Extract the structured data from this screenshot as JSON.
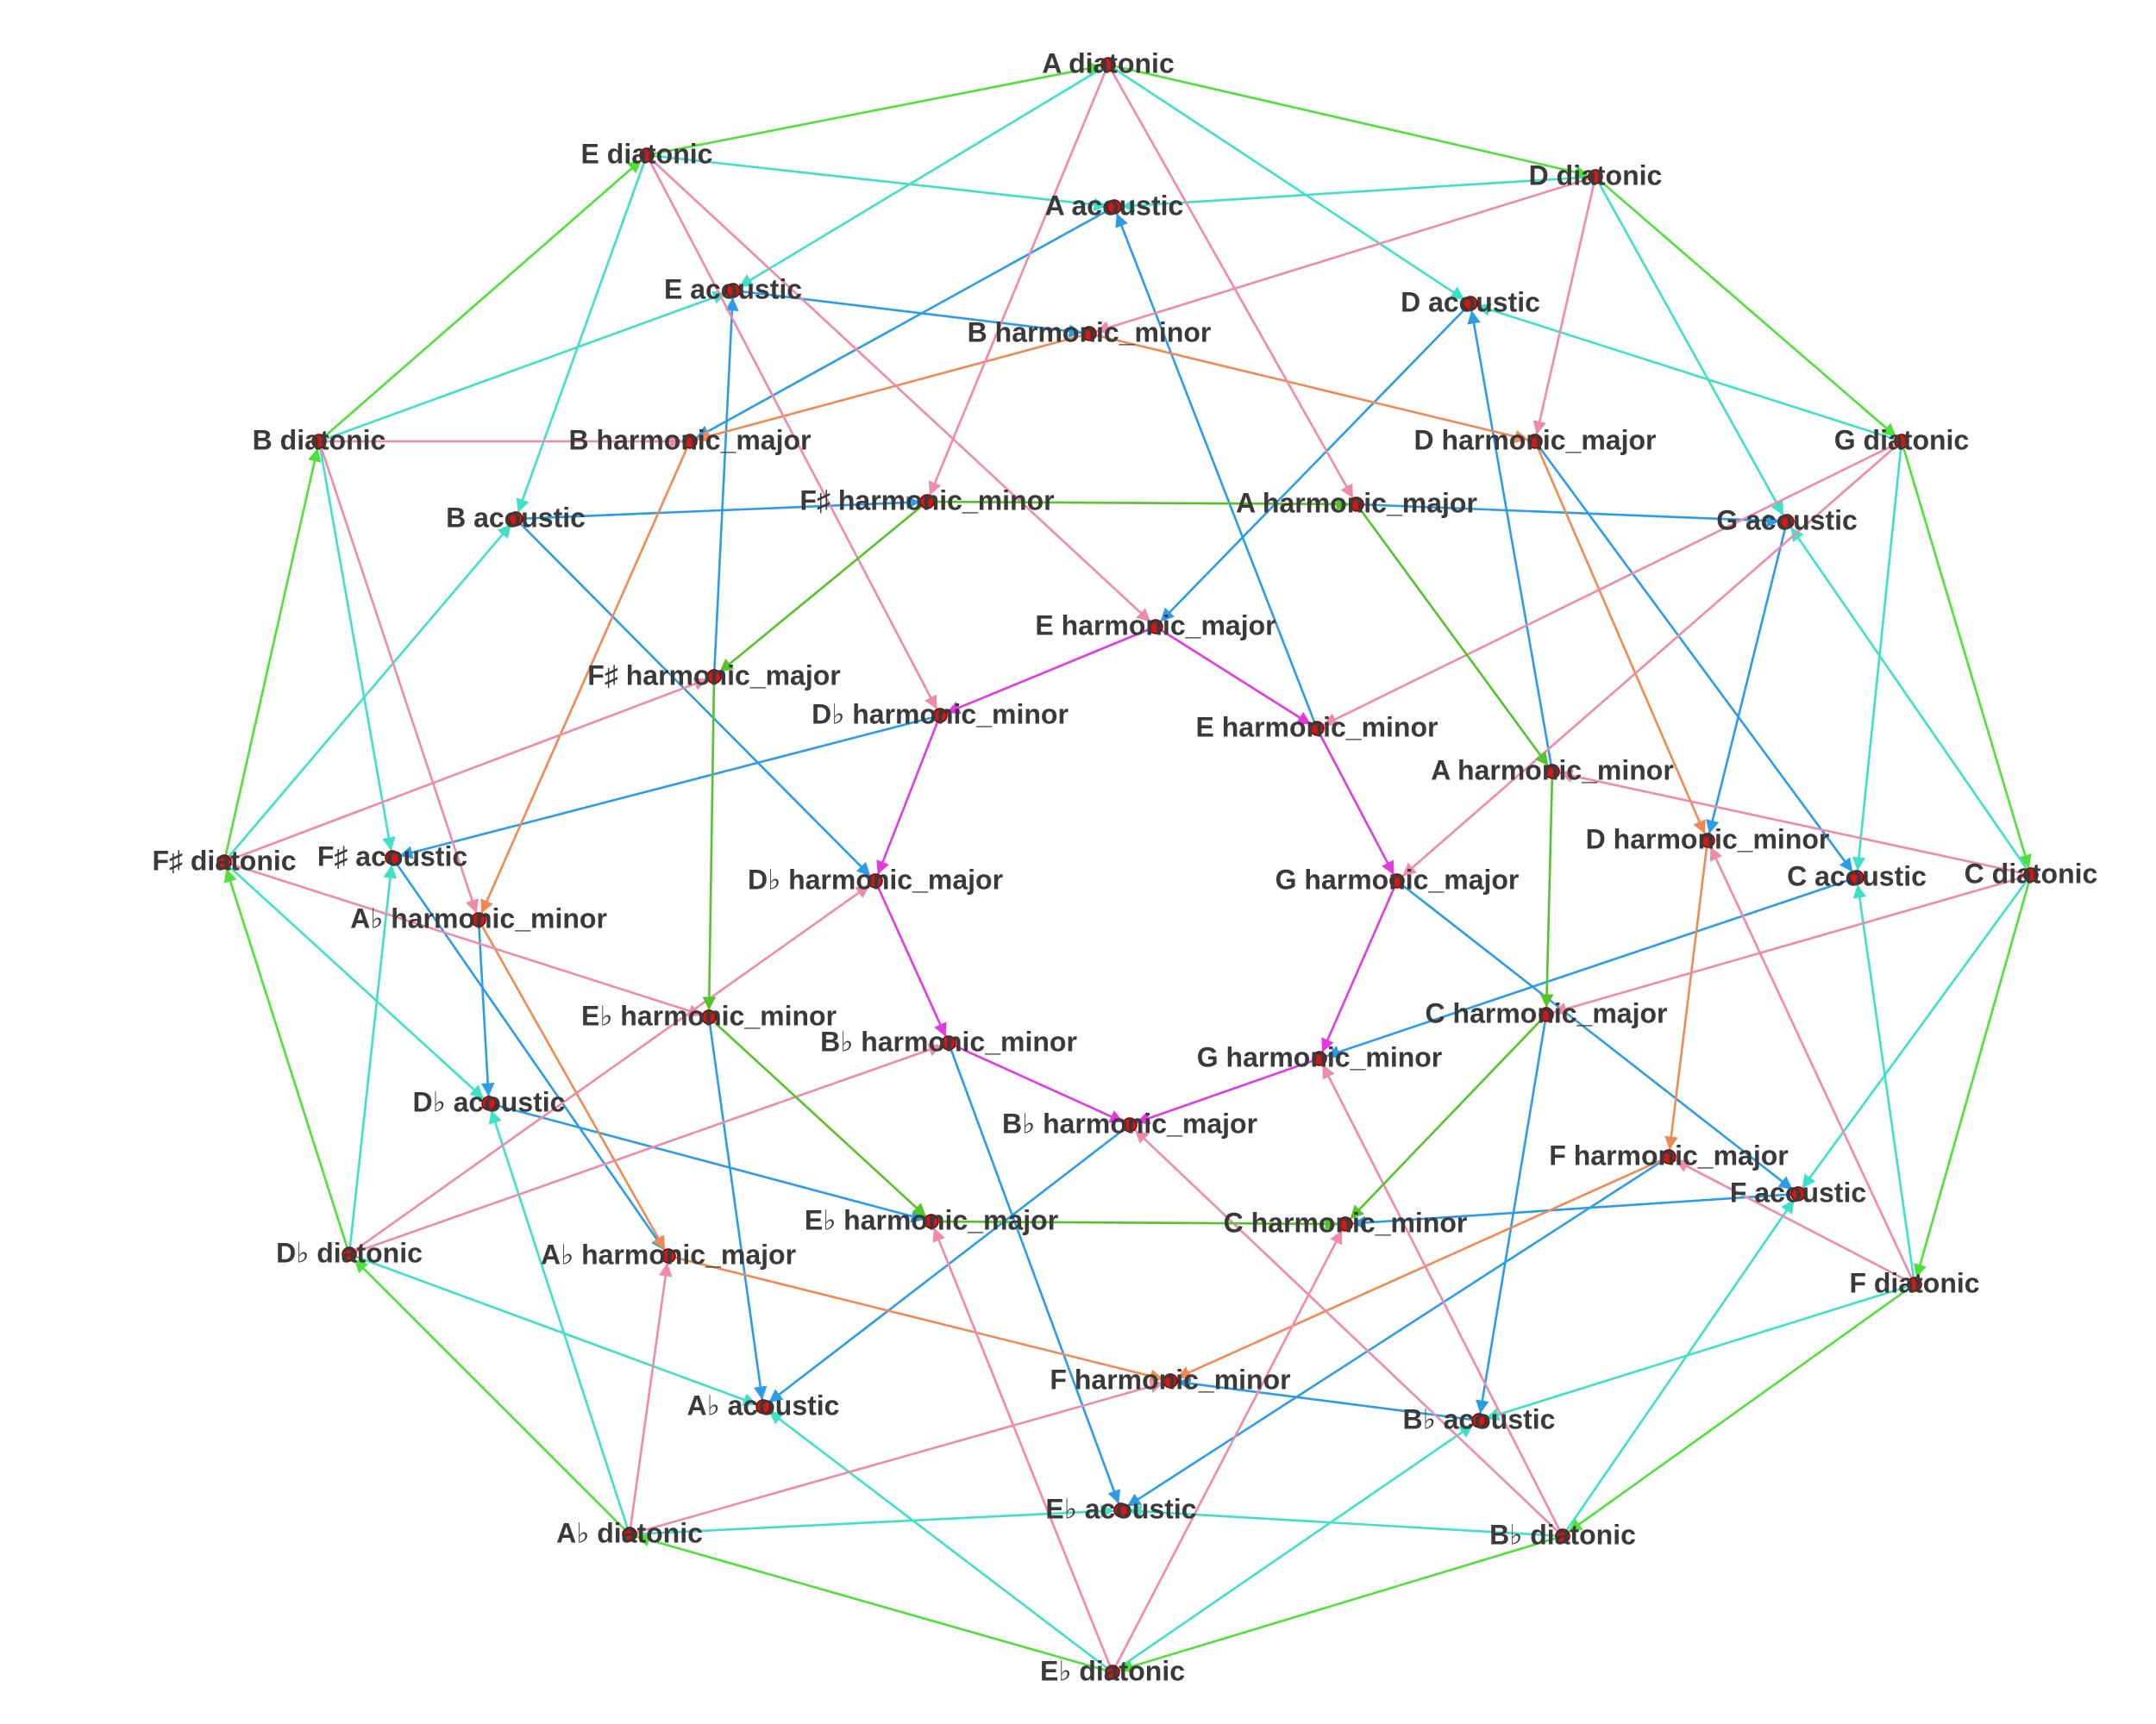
{
  "graph": {
    "node_color": "#d01818",
    "edge_colors": {
      "diatonic": "#4fe03a",
      "diatonic_acoustic": "#3fe0c8",
      "acoustic_harmonic_major": "#2b9ce8",
      "harmonic_major_harmonic_minor": "#f08a55",
      "diatonic_harmonic_major": "#f08aaa",
      "hminor_hmajor": "#55c42a",
      "hmajor_hminor_inner": "#e23ae0"
    },
    "nodes": [
      {
        "id": "A_dia",
        "label": "A diatonic"
      },
      {
        "id": "D_dia",
        "label": "D diatonic"
      },
      {
        "id": "G_dia",
        "label": "G diatonic"
      },
      {
        "id": "C_dia",
        "label": "C diatonic"
      },
      {
        "id": "F_dia",
        "label": "F diatonic"
      },
      {
        "id": "Bb_dia",
        "label": "B♭ diatonic"
      },
      {
        "id": "Eb_dia",
        "label": "E♭ diatonic"
      },
      {
        "id": "Ab_dia",
        "label": "A♭ diatonic"
      },
      {
        "id": "Db_dia",
        "label": "D♭ diatonic"
      },
      {
        "id": "Fs_dia",
        "label": "F♯ diatonic"
      },
      {
        "id": "B_dia",
        "label": "B diatonic"
      },
      {
        "id": "E_dia",
        "label": "E diatonic"
      },
      {
        "id": "A_ac",
        "label": "A acoustic"
      },
      {
        "id": "D_ac",
        "label": "D acoustic"
      },
      {
        "id": "G_ac",
        "label": "G acoustic"
      },
      {
        "id": "C_ac",
        "label": "C acoustic"
      },
      {
        "id": "F_ac",
        "label": "F acoustic"
      },
      {
        "id": "Bb_ac",
        "label": "B♭ acoustic"
      },
      {
        "id": "Eb_ac",
        "label": "E♭ acoustic"
      },
      {
        "id": "Ab_ac",
        "label": "A♭ acoustic"
      },
      {
        "id": "Db_ac",
        "label": "D♭ acoustic"
      },
      {
        "id": "Fs_ac",
        "label": "F♯ acoustic"
      },
      {
        "id": "B_ac",
        "label": "B acoustic"
      },
      {
        "id": "E_ac",
        "label": "E acoustic"
      },
      {
        "id": "B_hmin",
        "label": "B harmonic_minor"
      },
      {
        "id": "D_hmaj",
        "label": "D harmonic_major"
      },
      {
        "id": "D_hmin",
        "label": "D harmonic_minor"
      },
      {
        "id": "F_hmaj",
        "label": "F harmonic_major"
      },
      {
        "id": "F_hmin",
        "label": "F harmonic_minor"
      },
      {
        "id": "Ab_hmaj",
        "label": "A♭ harmonic_major"
      },
      {
        "id": "Ab_hmin",
        "label": "A♭ harmonic_minor"
      },
      {
        "id": "B_hmaj",
        "label": "B harmonic_major"
      },
      {
        "id": "A_hmaj",
        "label": "A harmonic_major"
      },
      {
        "id": "A_hmin",
        "label": "A harmonic_minor"
      },
      {
        "id": "C_hmaj",
        "label": "C harmonic_major"
      },
      {
        "id": "C_hmin",
        "label": "C harmonic_minor"
      },
      {
        "id": "Eb_hmaj",
        "label": "E♭ harmonic_major"
      },
      {
        "id": "Eb_hmin",
        "label": "E♭ harmonic_minor"
      },
      {
        "id": "Fs_hmaj",
        "label": "F♯ harmonic_major"
      },
      {
        "id": "Fs_hmin",
        "label": "F♯ harmonic_minor"
      },
      {
        "id": "E_hmaj",
        "label": "E harmonic_major"
      },
      {
        "id": "E_hmin",
        "label": "E harmonic_minor"
      },
      {
        "id": "G_hmaj",
        "label": "G harmonic_major"
      },
      {
        "id": "G_hmin",
        "label": "G harmonic_minor"
      },
      {
        "id": "Bb_hmaj",
        "label": "B♭ harmonic_major"
      },
      {
        "id": "Bb_hmin",
        "label": "B♭ harmonic_minor"
      },
      {
        "id": "Db_hmaj",
        "label": "D♭ harmonic_major"
      },
      {
        "id": "Db_hmin",
        "label": "D♭ harmonic_minor"
      }
    ],
    "edges": [
      {
        "from": "A_dia",
        "to": "D_dia",
        "kind": "diatonic"
      },
      {
        "from": "D_dia",
        "to": "G_dia",
        "kind": "diatonic"
      },
      {
        "from": "G_dia",
        "to": "C_dia",
        "kind": "diatonic"
      },
      {
        "from": "C_dia",
        "to": "F_dia",
        "kind": "diatonic"
      },
      {
        "from": "F_dia",
        "to": "Bb_dia",
        "kind": "diatonic"
      },
      {
        "from": "Bb_dia",
        "to": "Eb_dia",
        "kind": "diatonic"
      },
      {
        "from": "Eb_dia",
        "to": "Ab_dia",
        "kind": "diatonic"
      },
      {
        "from": "Ab_dia",
        "to": "Db_dia",
        "kind": "diatonic"
      },
      {
        "from": "Db_dia",
        "to": "Fs_dia",
        "kind": "diatonic"
      },
      {
        "from": "Fs_dia",
        "to": "B_dia",
        "kind": "diatonic"
      },
      {
        "from": "B_dia",
        "to": "E_dia",
        "kind": "diatonic"
      },
      {
        "from": "E_dia",
        "to": "A_dia",
        "kind": "diatonic"
      },
      {
        "from": "A_dia",
        "to": "D_ac",
        "kind": "diatonic_acoustic"
      },
      {
        "from": "A_dia",
        "to": "E_ac",
        "kind": "diatonic_acoustic"
      },
      {
        "from": "D_dia",
        "to": "G_ac",
        "kind": "diatonic_acoustic"
      },
      {
        "from": "D_dia",
        "to": "A_ac",
        "kind": "diatonic_acoustic"
      },
      {
        "from": "G_dia",
        "to": "C_ac",
        "kind": "diatonic_acoustic"
      },
      {
        "from": "G_dia",
        "to": "D_ac",
        "kind": "diatonic_acoustic"
      },
      {
        "from": "C_dia",
        "to": "F_ac",
        "kind": "diatonic_acoustic"
      },
      {
        "from": "C_dia",
        "to": "G_ac",
        "kind": "diatonic_acoustic"
      },
      {
        "from": "F_dia",
        "to": "Bb_ac",
        "kind": "diatonic_acoustic"
      },
      {
        "from": "F_dia",
        "to": "C_ac",
        "kind": "diatonic_acoustic"
      },
      {
        "from": "Bb_dia",
        "to": "Eb_ac",
        "kind": "diatonic_acoustic"
      },
      {
        "from": "Bb_dia",
        "to": "F_ac",
        "kind": "diatonic_acoustic"
      },
      {
        "from": "Eb_dia",
        "to": "Ab_ac",
        "kind": "diatonic_acoustic"
      },
      {
        "from": "Eb_dia",
        "to": "Bb_ac",
        "kind": "diatonic_acoustic"
      },
      {
        "from": "Ab_dia",
        "to": "Db_ac",
        "kind": "diatonic_acoustic"
      },
      {
        "from": "Ab_dia",
        "to": "Eb_ac",
        "kind": "diatonic_acoustic"
      },
      {
        "from": "Db_dia",
        "to": "Fs_ac",
        "kind": "diatonic_acoustic"
      },
      {
        "from": "Db_dia",
        "to": "Ab_ac",
        "kind": "diatonic_acoustic"
      },
      {
        "from": "Fs_dia",
        "to": "B_ac",
        "kind": "diatonic_acoustic"
      },
      {
        "from": "Fs_dia",
        "to": "Db_ac",
        "kind": "diatonic_acoustic"
      },
      {
        "from": "B_dia",
        "to": "E_ac",
        "kind": "diatonic_acoustic"
      },
      {
        "from": "B_dia",
        "to": "Fs_ac",
        "kind": "diatonic_acoustic"
      },
      {
        "from": "E_dia",
        "to": "A_ac",
        "kind": "diatonic_acoustic"
      },
      {
        "from": "E_dia",
        "to": "B_ac",
        "kind": "diatonic_acoustic"
      },
      {
        "from": "A_ac",
        "to": "B_hmaj",
        "kind": "acoustic_harmonic_major"
      },
      {
        "from": "E_hmin",
        "to": "A_ac",
        "kind": "acoustic_harmonic_major"
      },
      {
        "from": "E_ac",
        "to": "B_hmin",
        "kind": "acoustic_harmonic_major"
      },
      {
        "from": "Fs_hmaj",
        "to": "E_ac",
        "kind": "acoustic_harmonic_major"
      },
      {
        "from": "D_ac",
        "to": "E_hmaj",
        "kind": "acoustic_harmonic_major"
      },
      {
        "from": "A_hmin",
        "to": "D_ac",
        "kind": "acoustic_harmonic_major"
      },
      {
        "from": "B_ac",
        "to": "Fs_hmin",
        "kind": "acoustic_harmonic_major"
      },
      {
        "from": "B_ac",
        "to": "Db_hmaj",
        "kind": "acoustic_harmonic_major"
      },
      {
        "from": "A_hmaj",
        "to": "G_ac",
        "kind": "acoustic_harmonic_major"
      },
      {
        "from": "G_ac",
        "to": "D_hmin",
        "kind": "acoustic_harmonic_major"
      },
      {
        "from": "D_hmaj",
        "to": "C_ac",
        "kind": "acoustic_harmonic_major"
      },
      {
        "from": "C_ac",
        "to": "G_hmin",
        "kind": "acoustic_harmonic_major"
      },
      {
        "from": "G_hmaj",
        "to": "F_ac",
        "kind": "acoustic_harmonic_major"
      },
      {
        "from": "F_ac",
        "to": "C_hmin",
        "kind": "acoustic_harmonic_major"
      },
      {
        "from": "C_hmaj",
        "to": "Bb_ac",
        "kind": "acoustic_harmonic_major"
      },
      {
        "from": "Bb_ac",
        "to": "F_hmin",
        "kind": "acoustic_harmonic_major"
      },
      {
        "from": "F_hmaj",
        "to": "Eb_ac",
        "kind": "acoustic_harmonic_major"
      },
      {
        "from": "Bb_hmin",
        "to": "Eb_ac",
        "kind": "acoustic_harmonic_major"
      },
      {
        "from": "Bb_hmaj",
        "to": "Ab_ac",
        "kind": "acoustic_harmonic_major"
      },
      {
        "from": "Eb_hmin",
        "to": "Ab_ac",
        "kind": "acoustic_harmonic_major"
      },
      {
        "from": "Db_ac",
        "to": "Eb_hmaj",
        "kind": "acoustic_harmonic_major"
      },
      {
        "from": "Ab_hmin",
        "to": "Db_ac",
        "kind": "acoustic_harmonic_major"
      },
      {
        "from": "Db_hmin",
        "to": "Fs_ac",
        "kind": "acoustic_harmonic_major"
      },
      {
        "from": "Fs_ac",
        "to": "Ab_hmaj",
        "kind": "acoustic_harmonic_major"
      },
      {
        "from": "B_hmin",
        "to": "D_hmaj",
        "kind": "harmonic_major_harmonic_minor"
      },
      {
        "from": "B_hmin",
        "to": "B_hmaj",
        "kind": "harmonic_major_harmonic_minor"
      },
      {
        "from": "D_hmaj",
        "to": "D_hmin",
        "kind": "harmonic_major_harmonic_minor"
      },
      {
        "from": "D_hmin",
        "to": "F_hmaj",
        "kind": "harmonic_major_harmonic_minor"
      },
      {
        "from": "F_hmaj",
        "to": "F_hmin",
        "kind": "harmonic_major_harmonic_minor"
      },
      {
        "from": "Ab_hmaj",
        "to": "F_hmin",
        "kind": "harmonic_major_harmonic_minor"
      },
      {
        "from": "Ab_hmin",
        "to": "Ab_hmaj",
        "kind": "harmonic_major_harmonic_minor"
      },
      {
        "from": "B_hmaj",
        "to": "Ab_hmin",
        "kind": "harmonic_major_harmonic_minor"
      },
      {
        "from": "A_dia",
        "to": "A_hmaj",
        "kind": "diatonic_harmonic_major"
      },
      {
        "from": "A_dia",
        "to": "Fs_hmin",
        "kind": "diatonic_harmonic_major"
      },
      {
        "from": "D_dia",
        "to": "D_hmaj",
        "kind": "diatonic_harmonic_major"
      },
      {
        "from": "D_dia",
        "to": "B_hmin",
        "kind": "diatonic_harmonic_major"
      },
      {
        "from": "G_dia",
        "to": "G_hmaj",
        "kind": "diatonic_harmonic_major"
      },
      {
        "from": "G_dia",
        "to": "E_hmin",
        "kind": "diatonic_harmonic_major"
      },
      {
        "from": "C_dia",
        "to": "C_hmaj",
        "kind": "diatonic_harmonic_major"
      },
      {
        "from": "C_dia",
        "to": "A_hmin",
        "kind": "diatonic_harmonic_major"
      },
      {
        "from": "F_dia",
        "to": "F_hmaj",
        "kind": "diatonic_harmonic_major"
      },
      {
        "from": "F_dia",
        "to": "D_hmin",
        "kind": "diatonic_harmonic_major"
      },
      {
        "from": "Bb_dia",
        "to": "Bb_hmaj",
        "kind": "diatonic_harmonic_major"
      },
      {
        "from": "Bb_dia",
        "to": "G_hmin",
        "kind": "diatonic_harmonic_major"
      },
      {
        "from": "Eb_dia",
        "to": "Eb_hmaj",
        "kind": "diatonic_harmonic_major"
      },
      {
        "from": "Eb_dia",
        "to": "C_hmin",
        "kind": "diatonic_harmonic_major"
      },
      {
        "from": "Ab_dia",
        "to": "Ab_hmaj",
        "kind": "diatonic_harmonic_major"
      },
      {
        "from": "Ab_dia",
        "to": "F_hmin",
        "kind": "diatonic_harmonic_major"
      },
      {
        "from": "Db_dia",
        "to": "Db_hmaj",
        "kind": "diatonic_harmonic_major"
      },
      {
        "from": "Db_dia",
        "to": "Bb_hmin",
        "kind": "diatonic_harmonic_major"
      },
      {
        "from": "Fs_dia",
        "to": "Fs_hmaj",
        "kind": "diatonic_harmonic_major"
      },
      {
        "from": "Fs_dia",
        "to": "Eb_hmin",
        "kind": "diatonic_harmonic_major"
      },
      {
        "from": "B_dia",
        "to": "B_hmaj",
        "kind": "diatonic_harmonic_major"
      },
      {
        "from": "B_dia",
        "to": "Ab_hmin",
        "kind": "diatonic_harmonic_major"
      },
      {
        "from": "E_dia",
        "to": "E_hmaj",
        "kind": "diatonic_harmonic_major"
      },
      {
        "from": "E_dia",
        "to": "Db_hmin",
        "kind": "diatonic_harmonic_major"
      },
      {
        "from": "Fs_hmin",
        "to": "A_hmaj",
        "kind": "hminor_hmajor"
      },
      {
        "from": "A_hmaj",
        "to": "A_hmin",
        "kind": "hminor_hmajor"
      },
      {
        "from": "A_hmin",
        "to": "C_hmaj",
        "kind": "hminor_hmajor"
      },
      {
        "from": "C_hmaj",
        "to": "C_hmin",
        "kind": "hminor_hmajor"
      },
      {
        "from": "Eb_hmaj",
        "to": "C_hmin",
        "kind": "hminor_hmajor"
      },
      {
        "from": "Eb_hmin",
        "to": "Eb_hmaj",
        "kind": "hminor_hmajor"
      },
      {
        "from": "Fs_hmaj",
        "to": "Eb_hmin",
        "kind": "hminor_hmajor"
      },
      {
        "from": "Fs_hmin",
        "to": "Fs_hmaj",
        "kind": "hminor_hmajor"
      },
      {
        "from": "E_hmaj",
        "to": "E_hmin",
        "kind": "hmajor_hminor_inner"
      },
      {
        "from": "E_hmin",
        "to": "G_hmaj",
        "kind": "hmajor_hminor_inner"
      },
      {
        "from": "G_hmaj",
        "to": "G_hmin",
        "kind": "hmajor_hminor_inner"
      },
      {
        "from": "G_hmin",
        "to": "Bb_hmaj",
        "kind": "hmajor_hminor_inner"
      },
      {
        "from": "Bb_hmin",
        "to": "Bb_hmaj",
        "kind": "hmajor_hminor_inner"
      },
      {
        "from": "Db_hmaj",
        "to": "Bb_hmin",
        "kind": "hmajor_hminor_inner"
      },
      {
        "from": "Db_hmin",
        "to": "Db_hmaj",
        "kind": "hmajor_hminor_inner"
      },
      {
        "from": "E_hmaj",
        "to": "Db_hmin",
        "kind": "hmajor_hminor_inner"
      }
    ]
  }
}
